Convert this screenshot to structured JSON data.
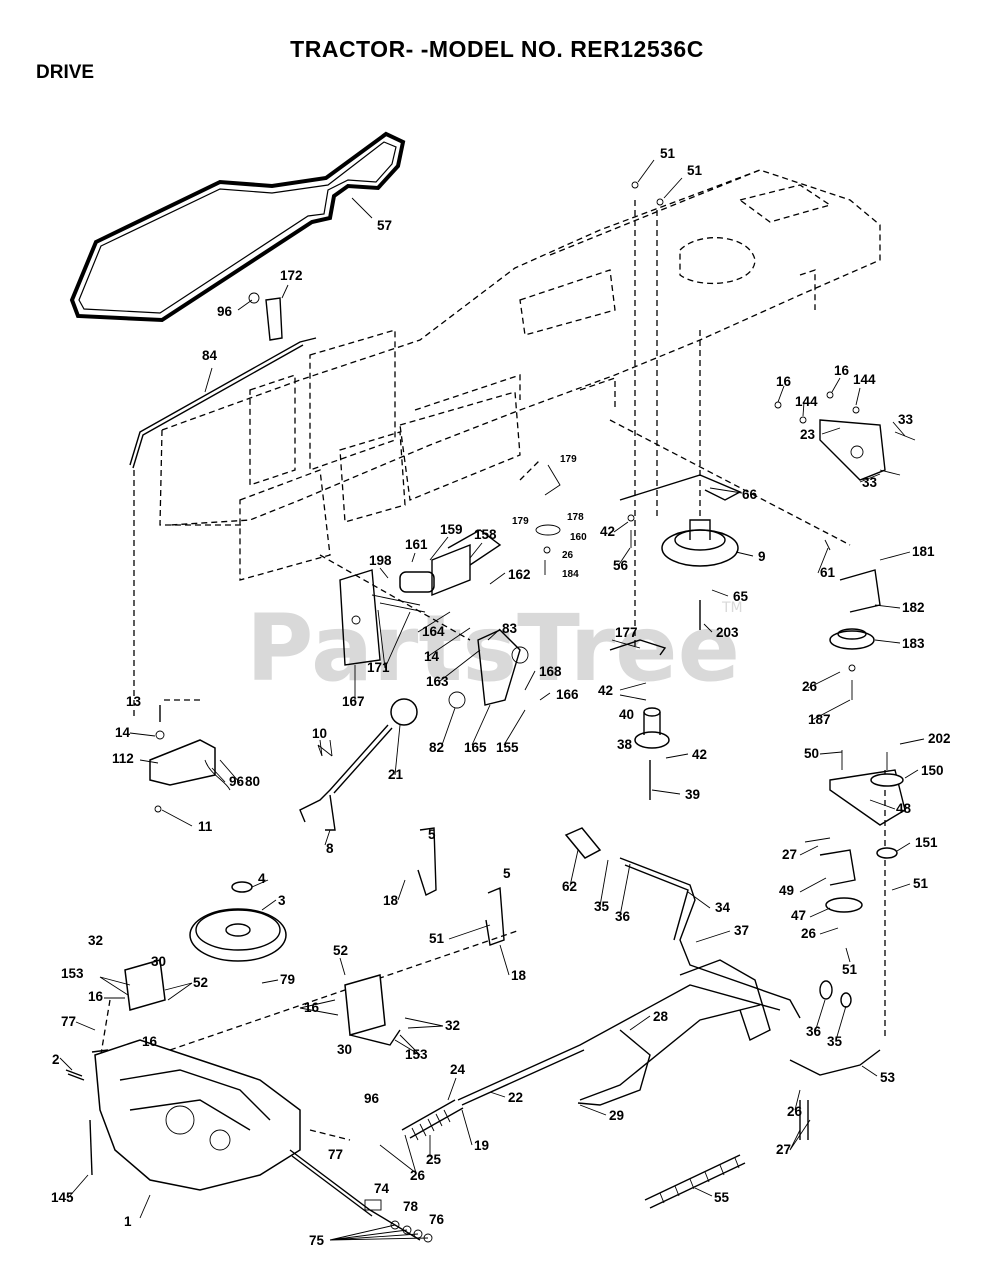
{
  "header": {
    "title": "TRACTOR- -MODEL NO. RER12536C",
    "section": "DRIVE"
  },
  "watermark": {
    "text": "PartsTree",
    "tm": "TM",
    "color": "#d9d9d9"
  },
  "labels": {
    "p1": "1",
    "p2": "2",
    "p3": "3",
    "p4": "4",
    "p5a": "5",
    "p5b": "5",
    "p8": "8",
    "p9": "9",
    "p10": "10",
    "p11": "11",
    "p13": "13",
    "p14a": "14",
    "p14b": "14",
    "p16a": "16",
    "p16b": "16",
    "p16c": "16",
    "p16d": "16",
    "p16e": "16",
    "p18a": "18",
    "p18b": "18",
    "p19": "19",
    "p21": "21",
    "p22": "22",
    "p23": "23",
    "p24": "24",
    "p25": "25",
    "p26a": "26",
    "p26b": "26",
    "p26c": "26",
    "p26d": "26",
    "p26e": "26",
    "p27a": "27",
    "p27b": "27",
    "p28": "28",
    "p29": "29",
    "p30a": "30",
    "p30b": "30",
    "p32a": "32",
    "p32b": "32",
    "p33a": "33",
    "p33b": "33",
    "p34": "34",
    "p35a": "35",
    "p35b": "35",
    "p36a": "36",
    "p36b": "36",
    "p37": "37",
    "p38": "38",
    "p39": "39",
    "p40": "40",
    "p42a": "42",
    "p42b": "42",
    "p42c": "42",
    "p47": "47",
    "p48": "48",
    "p49": "49",
    "p50": "50",
    "p51a": "51",
    "p51b": "51",
    "p51c": "51",
    "p51d": "51",
    "p51e": "51",
    "p52a": "52",
    "p52b": "52",
    "p53": "53",
    "p55": "55",
    "p56": "56",
    "p57": "57",
    "p61": "61",
    "p62": "62",
    "p65": "65",
    "p66": "66",
    "p74": "74",
    "p75": "75",
    "p76": "76",
    "p77a": "77",
    "p77b": "77",
    "p78": "78",
    "p79": "79",
    "p80": "80",
    "p82": "82",
    "p83": "83",
    "p84": "84",
    "p96a": "96",
    "p96b": "96",
    "p96c": "96",
    "p112": "112",
    "p144a": "144",
    "p144b": "144",
    "p145": "145",
    "p150": "150",
    "p151": "151",
    "p153a": "153",
    "p153b": "153",
    "p155": "155",
    "p158": "158",
    "p159": "159",
    "p160": "160",
    "p161": "161",
    "p162": "162",
    "p163": "163",
    "p164": "164",
    "p165": "165",
    "p166": "166",
    "p167": "167",
    "p168": "168",
    "p171": "171",
    "p172": "172",
    "p177": "177",
    "p178": "178",
    "p179a": "179",
    "p179b": "179",
    "p181": "181",
    "p182": "182",
    "p183": "183",
    "p184": "184",
    "p187": "187",
    "p198": "198",
    "p202": "202",
    "p203": "203"
  }
}
